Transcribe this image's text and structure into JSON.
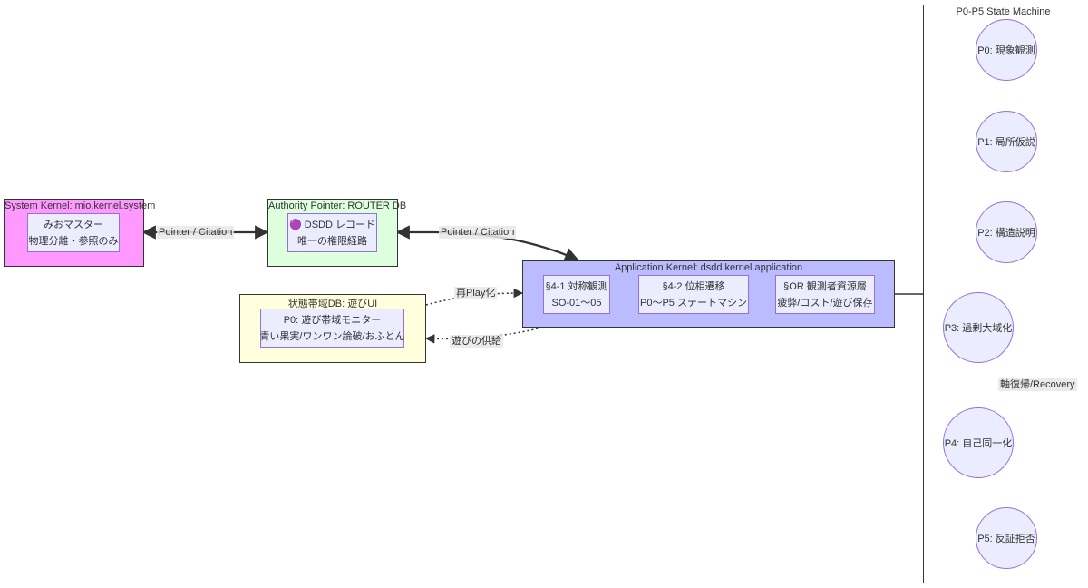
{
  "colors": {
    "system_kernel_fill": "#FF99FF",
    "authority_fill": "#DDFFDD",
    "state_band_fill": "#FFFFDD",
    "application_fill": "#BBBBFF",
    "node_fill": "#ECECFF",
    "node_border": "#9370DB",
    "edge": "#333333"
  },
  "subgraphs": {
    "system_kernel": "System Kernel: mio.kernel.system",
    "authority": "Authority Pointer: ROUTER DB",
    "state_band": "状態帯域DB: 遊びUI",
    "application": "Application Kernel: dsdd.kernel.application",
    "state_machine": "P0-P5 State Machine"
  },
  "nodes": {
    "mio_master": [
      "みおマスター",
      "物理分離・参照のみ"
    ],
    "dsdd_record": [
      "🟣 DSDD レコード",
      "唯一の権限経路"
    ],
    "p0_monitor": [
      "P0: 遊び帯域モニター",
      "青い果実/ワンワン論破/おふとん"
    ],
    "s41": [
      "§4-1 対称観測",
      "SO-01〜05"
    ],
    "s42": [
      "§4-2 位相遷移",
      "P0〜P5 ステートマシン"
    ],
    "sor": [
      "§OR 観測者資源層",
      "疲弊/コスト/遊び保存"
    ]
  },
  "states": [
    "P0: 現象観測",
    "P1: 局所仮説",
    "P2: 構造説明",
    "P3: 過剰大域化",
    "P4: 自己同一化",
    "P5: 反証拒否"
  ],
  "edge_labels": {
    "system_authority": "Pointer / Citation",
    "authority_application": "Pointer / Citation",
    "replay": "再Play化",
    "play_supply": "遊びの供給",
    "recovery": "軸復帰/Recovery"
  }
}
